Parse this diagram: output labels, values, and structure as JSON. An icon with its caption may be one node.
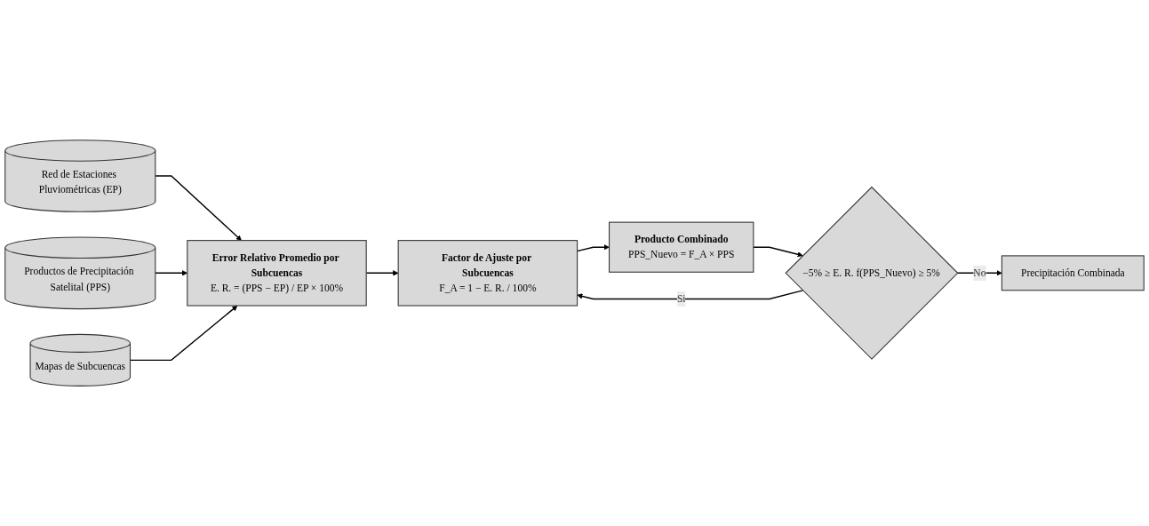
{
  "diagram": {
    "nodes": [
      {
        "text": [
          "Red de Estaciones Pluviométricas (EP)"
        ]
      },
      {
        "text": [
          "Productos de Precipitación Satelital (PPS)"
        ]
      },
      {
        "text": [
          "Mapas de Subcuencas"
        ]
      },
      {
        "text": [
          "Error Relativo Promedio por Subcuencas",
          "E. R. = (PPS − EP) / EP × 100%"
        ]
      },
      {
        "text": [
          "Factor de Ajuste por Subcuencas",
          "F_A = 1 − E. R. / 100%"
        ]
      },
      {
        "text": [
          "Producto Combinado",
          "PPS_Nuevo = F_A × PPS"
        ]
      },
      {
        "text": [
          "−5% ≥ E. R. f(PPS_Nuevo) ≥ 5%"
        ]
      },
      {
        "text": [
          "Precipitación Combinada"
        ]
      }
    ],
    "edges": [
      {
        "from": 0,
        "to": 3,
        "arrow": "to"
      },
      {
        "from": 1,
        "to": 3,
        "arrow": "to"
      },
      {
        "from": 2,
        "to": 3,
        "arrow": "to"
      },
      {
        "from": 3,
        "to": 4,
        "arrow": "to"
      },
      {
        "from": 4,
        "to": 5,
        "arrow": "to"
      },
      {
        "from": 5,
        "to": 6,
        "arrow": "to"
      },
      {
        "from": 6,
        "to": 4,
        "label": "Si",
        "arrow": "to"
      },
      {
        "from": 6,
        "to": 7,
        "label": "No",
        "arrow": "to"
      }
    ]
  }
}
